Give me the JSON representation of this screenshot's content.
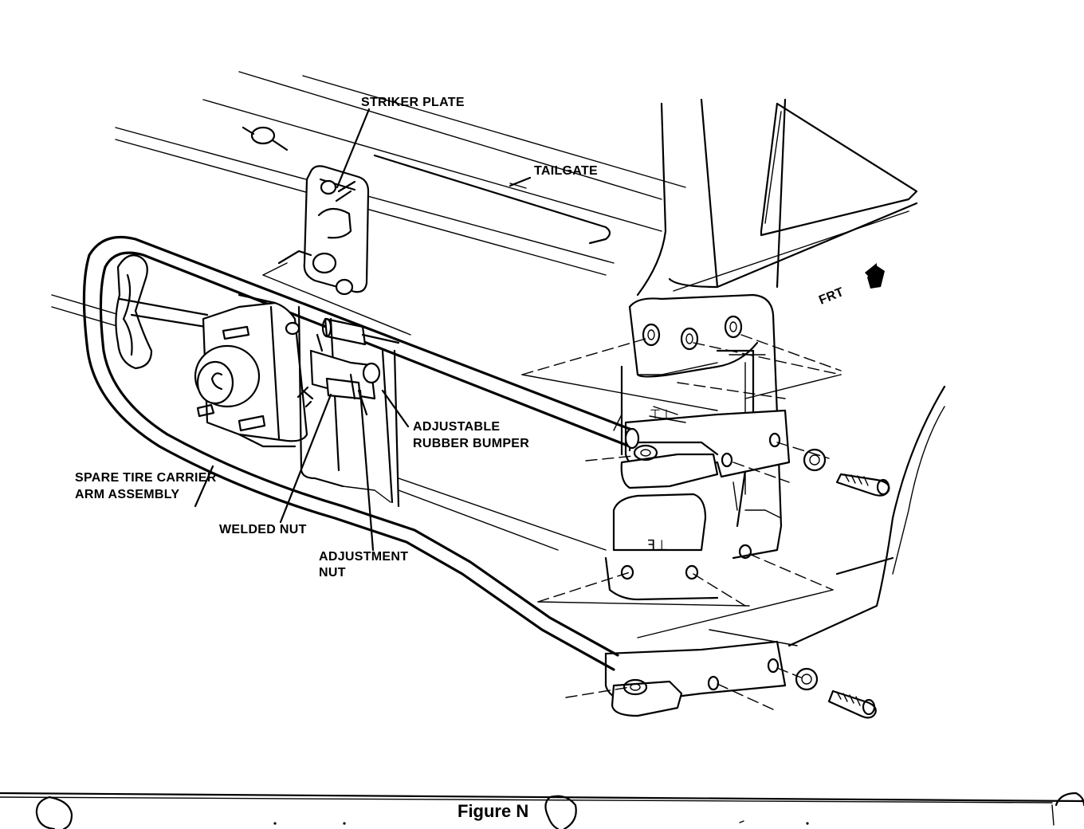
{
  "labels": {
    "striker_plate": "STRIKER PLATE",
    "tailgate": "TAILGATE",
    "front": "FRT",
    "adjustable_rubber_bumper_1": "ADJUSTABLE",
    "adjustable_rubber_bumper_2": "RUBBER BUMPER",
    "spare_tire_carrier_1": "SPARE TIRE CARRIER",
    "spare_tire_carrier_2": "ARM ASSEMBLY",
    "welded_nut": "WELDED NUT",
    "adjustment_nut_1": "ADJUSTMENT",
    "adjustment_nut_2": "NUT"
  },
  "footer": {
    "caption": "Figure N"
  }
}
